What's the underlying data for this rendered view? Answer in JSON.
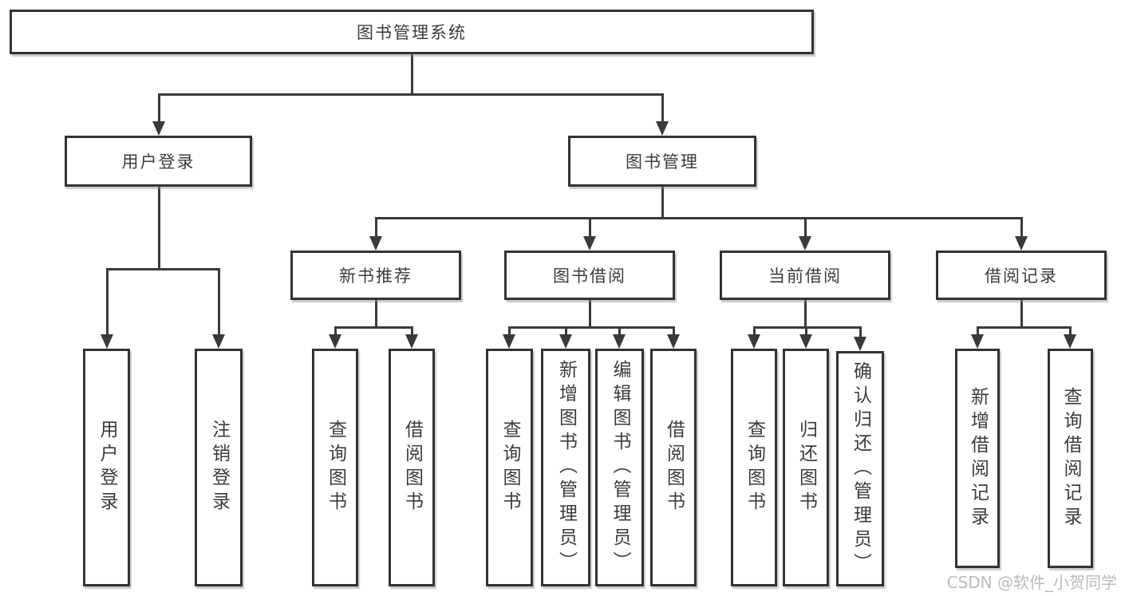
{
  "diagram": {
    "watermark": "CSDN @软件_小贺同学",
    "colors": {
      "line": "#3a3a3a",
      "box_border": "#333333",
      "text": "#3c3c3c",
      "watermark": "#b3b3b3",
      "background": "#ffffff"
    },
    "tree": {
      "label": "图书管理系统",
      "children": [
        {
          "label": "用户登录",
          "children": [
            {
              "label": "用户登录"
            },
            {
              "label": "注销登录"
            }
          ]
        },
        {
          "label": "图书管理",
          "children": [
            {
              "label": "新书推荐",
              "children": [
                {
                  "label": "查询图书"
                },
                {
                  "label": "借阅图书"
                }
              ]
            },
            {
              "label": "图书借阅",
              "children": [
                {
                  "label": "查询图书"
                },
                {
                  "label": "新增图书（管理员）"
                },
                {
                  "label": "编辑图书（管理员）"
                },
                {
                  "label": "借阅图书"
                }
              ]
            },
            {
              "label": "当前借阅",
              "children": [
                {
                  "label": "查询图书"
                },
                {
                  "label": "归还图书"
                },
                {
                  "label": "确认归还（管理员）"
                }
              ]
            },
            {
              "label": "借阅记录",
              "children": [
                {
                  "label": "新增借阅记录"
                },
                {
                  "label": "查询借阅记录"
                }
              ]
            }
          ]
        }
      ]
    }
  }
}
